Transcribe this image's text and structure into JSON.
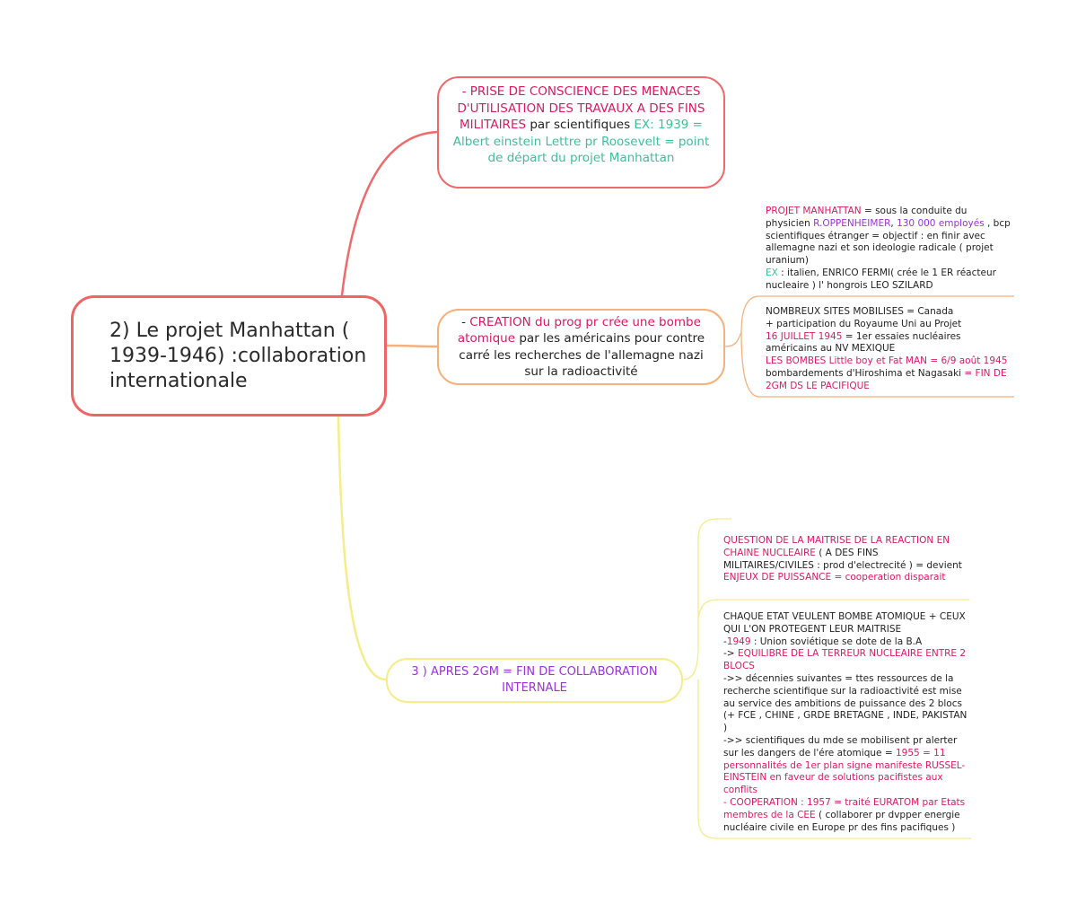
{
  "main": {
    "title": "2) Le projet Manhattan ( 1939-1946) :collaboration internationale"
  },
  "node_prise": {
    "part1": "- PRISE DE CONSCIENCE DES MENACES D'UTILISATION DES TRAVAUX A DES FINS MILITAIRES",
    "part2": "par scientifiques ",
    "part3": "EX: 1939 = Albert einstein Lettre pr Roosevelt = point de départ du projet Manhattan"
  },
  "node_creation": {
    "part1": "- ",
    "part2": "CREATION du prog pr crée une bombe atomique",
    "part3": " par les américains pour contre carré les recherches de l'allemagne nazi sur la radioactivité"
  },
  "node_apres": {
    "text": "3 ) APRES 2GM = FIN DE COLLABORATION INTERNALE"
  },
  "leaf_projet": {
    "s1": "PROJET MANHATTAN",
    "s2": " = sous la conduite du physicien ",
    "s3": "R.OPPENHEIMER",
    "s4": ", ",
    "s5": "130 000 employés",
    "s6": " , bcp scientifiques étranger = objectif : en finir avec allemagne nazi et son ideologie radicale ( projet uranium)",
    "s7": "EX",
    "s8": " : italien, ENRICO FERMI( crée le 1 ER réacteur nucleaire ) l'  hongrois LEO SZILARD"
  },
  "leaf_sites": {
    "s1": "NOMBREUX SITES MOBILISES = Canada",
    "s2": "+ participation du Royaume Uni au Projet",
    "s3": "16 JUILLET 1945",
    "s4": " = 1er essaies nucléaires américains au NV MEXIQUE",
    "s5": "LES BOMBES Little boy et Fat MAN = 6/9 août 1945",
    "s6": "bombardements d'Hiroshima et  Nagasaki ",
    "s7": "= FIN DE 2GM DS LE PACIFIQUE"
  },
  "leaf_question": {
    "s1": "QUESTION DE LA MAITRISE DE LA REACTION EN CHAINE NUCLEAIRE",
    "s2": " ( A DES FINS MILITAIRES/CIVILES : prod d'electrecité ) = devient ",
    "s3": "ENJEUX DE PUISSANCE = cooperation disparait"
  },
  "leaf_chaque": {
    "s1": "CHAQUE ETAT VEULENT BOMBE ATOMIQUE + CEUX QUI L'ON PROTEGENT LEUR MAITRISE",
    "s2": "-",
    "s3": "1949",
    "s4": " : Union soviétique se dote de la B.A",
    "s5": "-> ",
    "s6": "EQUILIBRE DE LA TERREUR  NUCLEAIRE ENTRE 2 BLOCS",
    "s7": "->> décennies suivantes = ttes ressources de la recherche scientifique sur la radioactivité est mise au service des ambitions de puissance des 2 blocs (+ FCE , CHINE , GRDE BRETAGNE , INDE, PAKISTAN )",
    "s8": "->> scientifiques du mde se mobilisent pr alerter sur les dangers de l'ére atomique = ",
    "s9": "1955 = 11 personnalités de 1er plan signe manifeste RUSSEL-EINSTEIN en faveur de solutions pacifistes aux conflits",
    "s10": "- COOPERATION : 1957 = traité EURATOM par Etats membres de la CEE",
    "s11": " ( collaborer pr dvpper energie nucléaire civile en Europe pr des fins pacifiques )"
  },
  "colors": {
    "main_border": "#ef6464",
    "branch_red": "#ef6b6b",
    "branch_orange": "#f6b07a",
    "branch_yellow": "#f5ec8a",
    "accent_red": "#d81b60",
    "accent_purple": "#9b33d6",
    "accent_teal": "#3dbf9c"
  }
}
